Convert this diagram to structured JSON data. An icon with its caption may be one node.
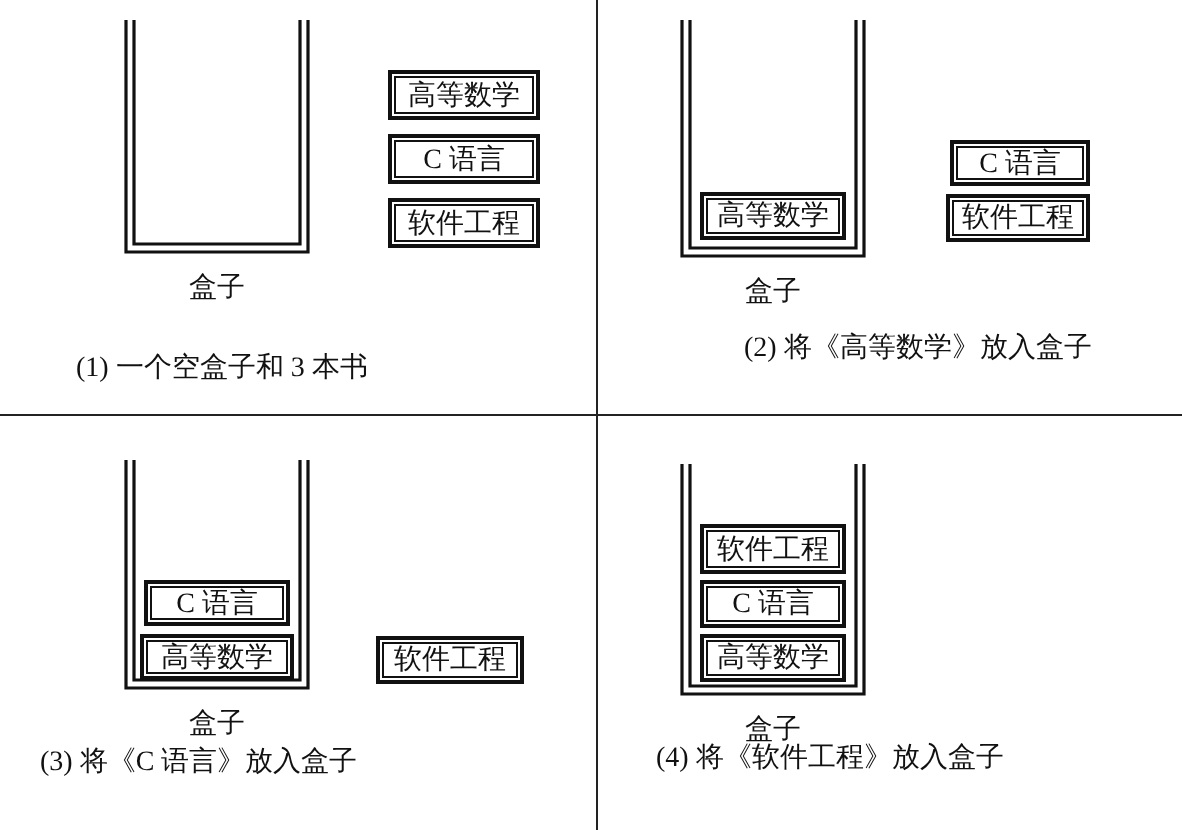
{
  "diagram": {
    "nodes": [
      {
        "text": [
          "盒子"
        ]
      },
      {
        "text": [
          "高等数学"
        ]
      },
      {
        "text": [
          "C 语言"
        ]
      },
      {
        "text": [
          "软件工程"
        ]
      },
      {
        "text": [
          "盒子"
        ]
      },
      {
        "text": [
          "高等数学"
        ],
        "in": 4
      },
      {
        "text": [
          "C 语言"
        ]
      },
      {
        "text": [
          "软件工程"
        ]
      },
      {
        "text": [
          "盒子"
        ]
      },
      {
        "text": [
          "C 语言"
        ],
        "in": 8
      },
      {
        "text": [
          "高等数学"
        ],
        "in": 8
      },
      {
        "text": [
          "软件工程"
        ]
      },
      {
        "text": [
          "盒子"
        ]
      },
      {
        "text": [
          "软件工程"
        ],
        "in": 12
      },
      {
        "text": [
          "C 语言"
        ],
        "in": 12
      },
      {
        "text": [
          "高等数学"
        ],
        "in": 12
      }
    ],
    "labels": [
      "(1) 一个空盒子和 3 本书",
      "(2) 将《高等数学》放入盒子",
      "(3) 将《C 语言》放入盒子",
      "(4) 将《软件工程》放入盒子"
    ]
  }
}
